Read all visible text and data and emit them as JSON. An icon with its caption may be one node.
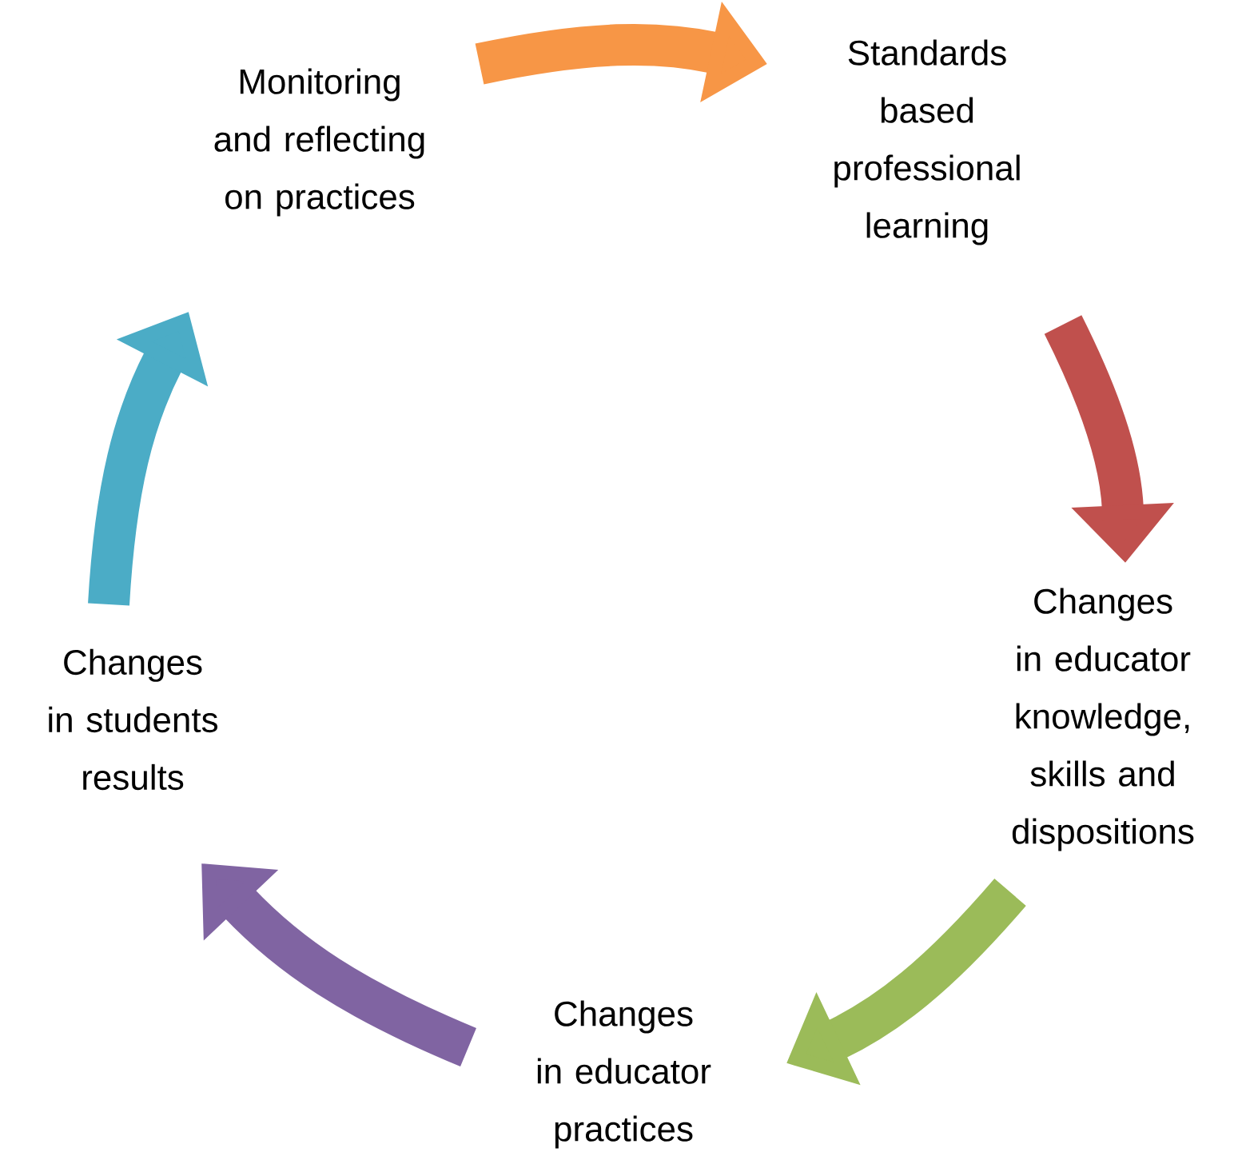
{
  "diagram": {
    "nodes": [
      {
        "text": [
          "Standards based professional learning"
        ]
      },
      {
        "text": [
          "Changes in educator knowledge, skills and dispositions"
        ]
      },
      {
        "text": [
          "Changes in educator practices"
        ]
      },
      {
        "text": [
          "Changes in students results"
        ]
      },
      {
        "text": [
          "Monitoring and reflecting on practices"
        ]
      }
    ],
    "edges": [
      {
        "from": 4,
        "to": 0,
        "arrow": "to",
        "color": "#f79646"
      },
      {
        "from": 0,
        "to": 1,
        "arrow": "to",
        "color": "#c0504d"
      },
      {
        "from": 1,
        "to": 2,
        "arrow": "to",
        "color": "#9bbb59"
      },
      {
        "from": 2,
        "to": 3,
        "arrow": "to",
        "color": "#8064a2"
      },
      {
        "from": 3,
        "to": 4,
        "arrow": "to",
        "color": "#4bacc6"
      }
    ]
  }
}
